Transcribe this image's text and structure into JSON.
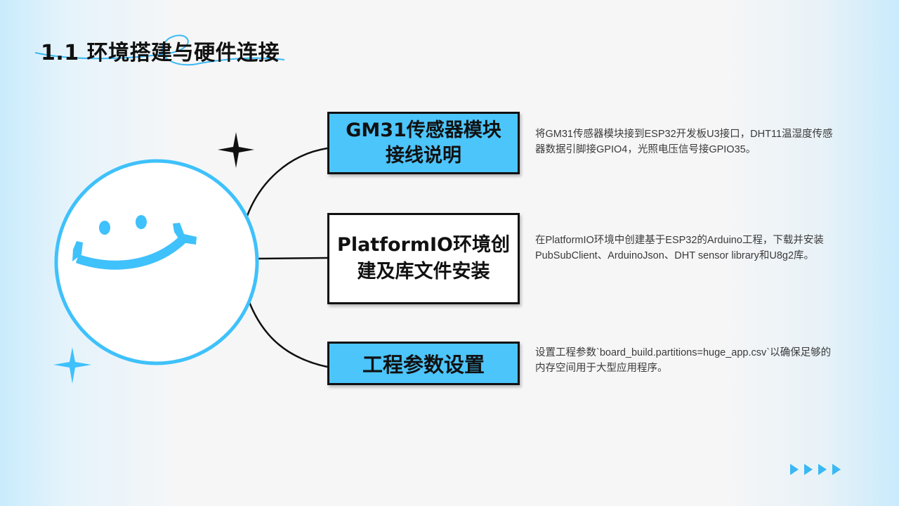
{
  "slide": {
    "title": "1.1 环境搭建与硬件连接",
    "accent_color": "#4cc5fb",
    "icons": {
      "mascot": "smiley-face-icon",
      "star_black": "four-point-star-icon",
      "star_blue": "four-point-star-icon",
      "nav": "triangle-arrow-icon"
    }
  },
  "items": [
    {
      "label": "GM31传感器模块接线说明",
      "style": "blue",
      "description": "将GM31传感器模块接到ESP32开发板U3接口，DHT11温湿度传感器数据引脚接GPIO4，光照电压信号接GPIO35。"
    },
    {
      "label": "PlatformIO环境创建及库文件安装",
      "style": "white",
      "description": "在PlatformIO环境中创建基于ESP32的Arduino工程，下载并安装PubSubClient、ArduinoJson、DHT sensor library和U8g2库。"
    },
    {
      "label": "工程参数设置",
      "style": "blue",
      "description": "设置工程参数`board_build.partitions=huge_app.csv`以确保足够的内存空间用于大型应用程序。"
    }
  ],
  "nav_arrows_count": 4
}
